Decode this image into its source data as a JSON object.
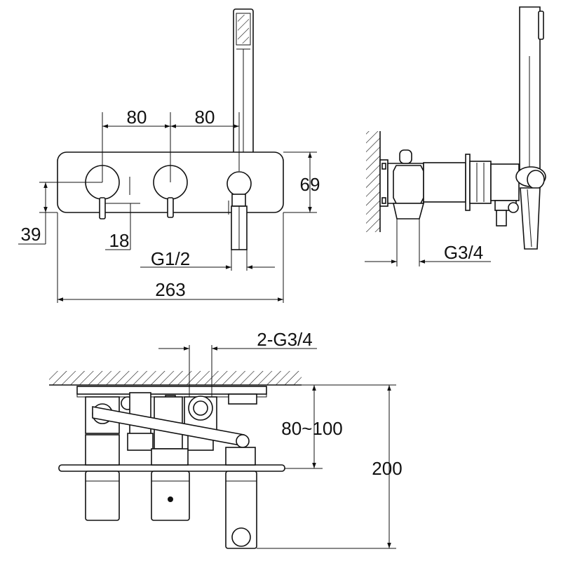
{
  "front_view": {
    "dim_spacing_left": "80",
    "dim_spacing_right": "80",
    "dim_height": "69",
    "dim_handle_height": "39",
    "dim_stem": "18",
    "dim_thread": "G1/2",
    "dim_width": "263"
  },
  "side_view": {
    "dim_thread": "G3/4"
  },
  "top_view": {
    "dim_thread": "2-G3/4",
    "dim_depth_range": "80~100",
    "dim_total": "200"
  }
}
